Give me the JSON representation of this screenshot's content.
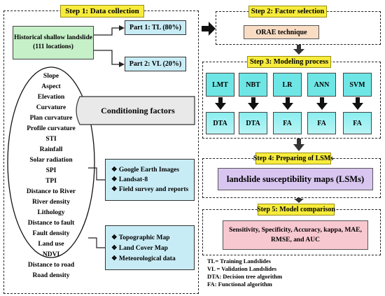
{
  "step1": {
    "title": "Step 1: Data collection",
    "landslide_box": {
      "line1": "Historical shallow landslide",
      "line2": "(111 locations)"
    },
    "part1": "Part 1: TL (80%)",
    "part2": "Part 2: VL (20%)",
    "factors": [
      "Slope",
      "Aspect",
      "Elevation",
      "Curvature",
      "Plan curvature",
      "Profile curvature",
      "STI",
      "Rainfall",
      "Solar radiation",
      "SPI",
      "TPI",
      "Distance to River",
      "River density",
      "Lithology",
      "Distance to fault",
      "Fault density",
      "Land use",
      "NDVI",
      "Distance to road",
      "Road density"
    ],
    "conditioning_label": "Conditioning factors",
    "sources1": [
      "Google Earth Images",
      "Landsat-8",
      "Field survey and reports"
    ],
    "sources2": [
      "Topographic Map",
      "Land Cover Map",
      "Meteorological data"
    ]
  },
  "step2": {
    "title": "Step 2: Factor selection",
    "method": "ORAE technique"
  },
  "step3": {
    "title": "Step 3: Modeling process",
    "models": [
      "LMT",
      "NBT",
      "LR",
      "ANN",
      "SVM"
    ],
    "types": [
      "DTA",
      "DTA",
      "FA",
      "FA",
      "FA"
    ]
  },
  "step4": {
    "title": "Step 4: Preparing of LSMs",
    "box": "landslide susceptibility maps (LSMs)"
  },
  "step5": {
    "title": "Step 5: Model comparison",
    "line1": "Sensitivity, Specificity, Accuracy, kappa, MAE,",
    "line2": "RMSE, and AUC"
  },
  "legend": [
    "TL= Training Landslides",
    "VL = Validation Landslides",
    "DTA: Decision tree algorithm",
    "FA: Functional algorithm"
  ],
  "colors": {
    "step_label": "#f7ec3c",
    "green_box": "#c6f0c8",
    "blue_box": "#c8ecf5",
    "cyan_box": "#6fe6e6",
    "orae_box": "#f9dcc4",
    "lsm_box": "#d8c6f0",
    "comparison_box": "#f8c8d0",
    "arrow": "#111111"
  }
}
